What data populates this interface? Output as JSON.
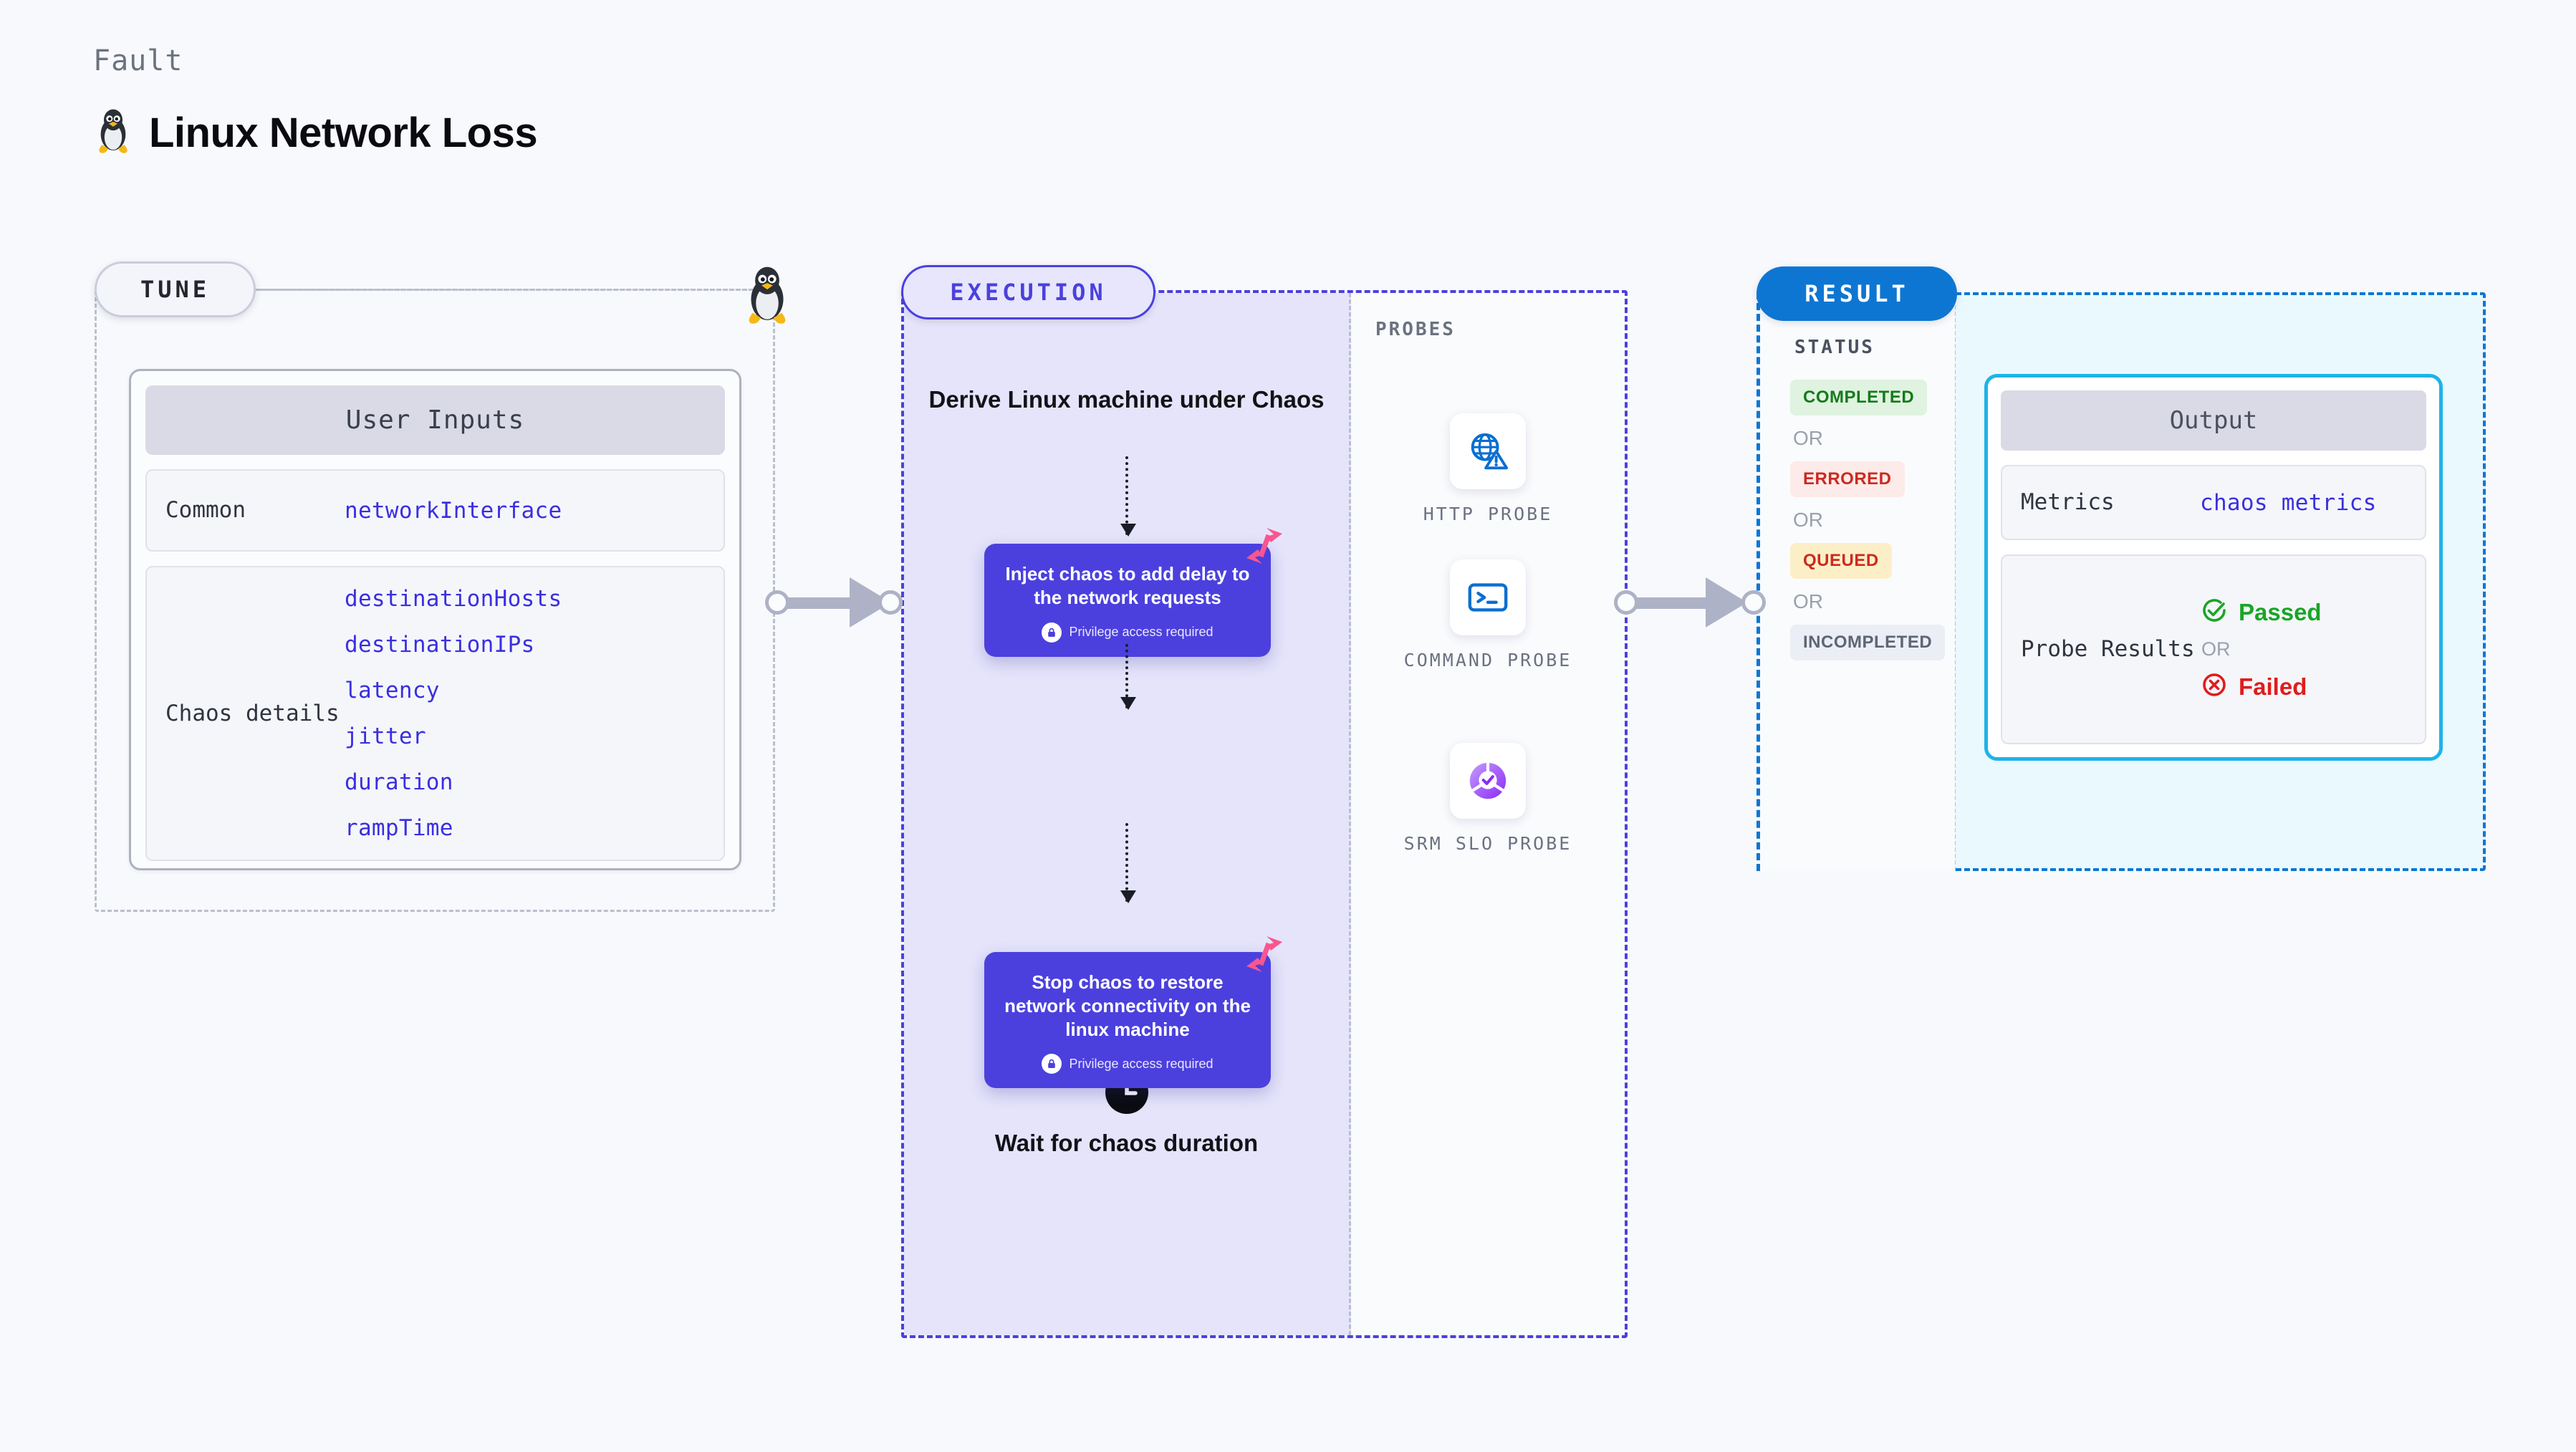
{
  "header": {
    "eyebrow": "Fault",
    "title": "Linux Network Loss",
    "icon": "linux-penguin-icon"
  },
  "colors": {
    "canvas": "#f8f9fc",
    "tune_border": "#b9bfcc",
    "execution": "#4b40de",
    "execution_bg": "#e5e4fb",
    "result": "#0d76d3",
    "result_bg": "#e9f9fe",
    "value_text": "#3a2fe0",
    "harness_pink": "#f9568f",
    "probe_blue": "#0a6fd1",
    "probe_purple": "#9b4dff"
  },
  "tune": {
    "chip_label": "TUNE",
    "penguin_icon": "linux-penguin-icon",
    "card": {
      "title": "User Inputs",
      "rows": [
        {
          "key": "Common",
          "values": [
            "networkInterface"
          ]
        },
        {
          "key": "Chaos details",
          "values": [
            "destinationHosts",
            "destinationIPs",
            "latency",
            "jitter",
            "duration",
            "rampTime"
          ]
        }
      ]
    }
  },
  "execution": {
    "chip_label": "EXECUTION",
    "derive_text": "Derive Linux machine under Chaos",
    "inject_box": {
      "title": "Inject chaos to add delay to the network requests",
      "privilege_note": "Privilege access required",
      "lock_icon": "lock-icon",
      "brand_icon": "harness-logo-icon"
    },
    "wait_step": {
      "icon": "clock-icon",
      "text": "Wait for chaos duration"
    },
    "stop_box": {
      "title": "Stop chaos to restore network connectivity on the linux machine",
      "privilege_note": "Privilege access required",
      "lock_icon": "lock-icon",
      "brand_icon": "harness-logo-icon"
    }
  },
  "probes": {
    "section_label": "PROBES",
    "items": [
      {
        "label": "HTTP PROBE",
        "icon": "globe-warning-icon"
      },
      {
        "label": "COMMAND PROBE",
        "icon": "terminal-icon"
      },
      {
        "label": "SRM SLO PROBE",
        "icon": "slo-donut-check-icon"
      }
    ]
  },
  "result": {
    "chip_label": "RESULT",
    "status_label": "STATUS",
    "or_label": "OR",
    "statuses": [
      {
        "label": "COMPLETED",
        "bg": "#dff3e0",
        "fg": "#177a1c"
      },
      {
        "label": "ERRORED",
        "bg": "#fdebe9",
        "fg": "#cc2a21"
      },
      {
        "label": "QUEUED",
        "bg": "#fcefc7",
        "fg": "#cc2a21"
      },
      {
        "label": "INCOMPLETED",
        "bg": "#eceef5",
        "fg": "#5e6575"
      }
    ],
    "output_card": {
      "title": "Output",
      "metrics_key": "Metrics",
      "metrics_value": "chaos metrics",
      "probe_results_key": "Probe Results",
      "passed_label": "Passed",
      "passed_icon": "check-circle-icon",
      "failed_label": "Failed",
      "failed_icon": "x-circle-icon",
      "or_label": "OR",
      "passed_color": "#1aa527",
      "failed_color": "#e01c1c"
    }
  },
  "connectors": [
    {
      "name": "tune-to-execution"
    },
    {
      "name": "probes-to-result"
    }
  ]
}
